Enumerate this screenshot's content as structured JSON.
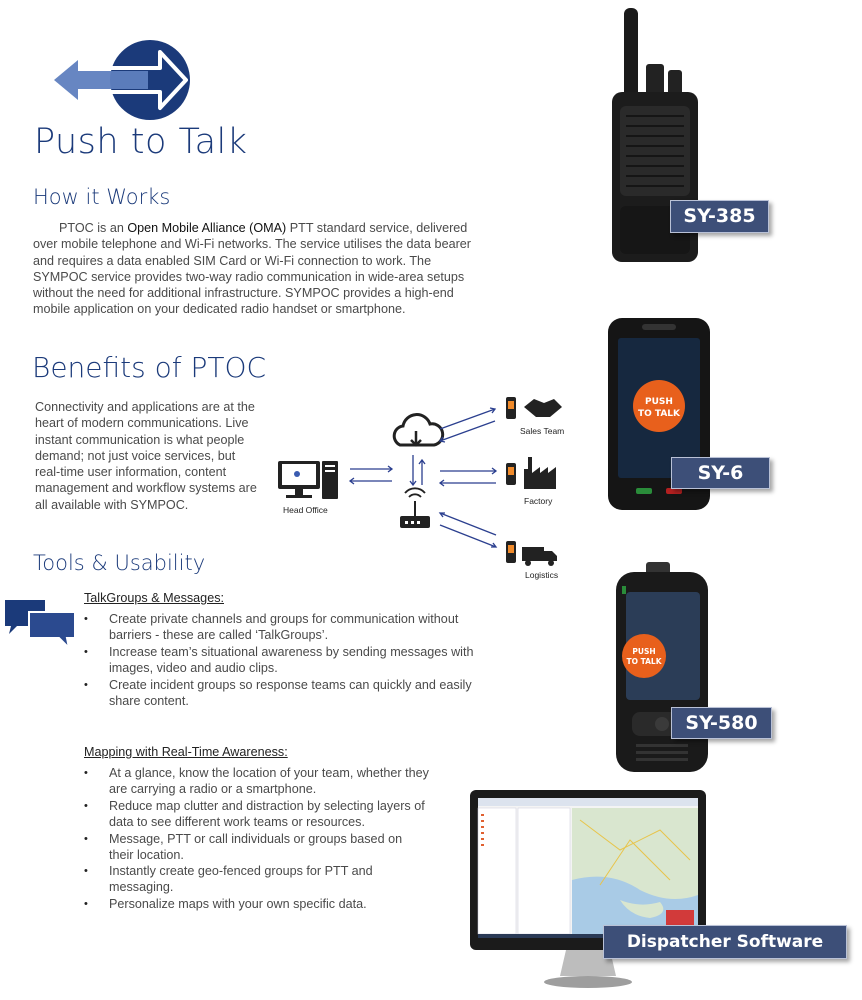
{
  "header": {
    "title": "Push to Talk"
  },
  "how": {
    "title": "How it Works",
    "body_pre": "PTOC is an ",
    "body_em": "Open Mobile Alliance (OMA)",
    "body_post": " PTT standard service, delivered over mobile telephone and Wi-Fi networks. The service utilises the data bearer and requires a data enabled SIM Card or Wi-Fi connection to work. The SYMPOC service provides two-way radio communication in wide-area setups without the need for additional infrastructure. SYMPOC provides a high-end mobile application on your dedicated radio handset or smartphone."
  },
  "benefits": {
    "title": "Benefits of PTOC",
    "body": "Connectivity and applications are at the heart of modern communications. Live instant communication is what people demand; not just voice services, but real-time user information, content management and workflow systems are all available with SYMPOC."
  },
  "diagram": {
    "head_office": "Head Office",
    "sales_team": "Sales Team",
    "factory": "Factory",
    "logistics": "Logistics"
  },
  "tools": {
    "title": "Tools & Usability",
    "talkgroups": {
      "heading": "TalkGroups & Messages:",
      "items": [
        "Create private channels and groups for communication without barriers - these are called ‘TalkGroups’.",
        "Increase team’s situational awareness by sending messages with images, video and audio clips.",
        "Create incident groups so response teams can quickly and easily share content."
      ]
    },
    "mapping": {
      "heading": "Mapping with Real-Time Awareness:",
      "items": [
        "At a glance, know the location of your team, whether they are carrying a radio or a smartphone.",
        "Reduce map clutter and distraction by selecting layers of data to see different work teams or resources.",
        "Message, PTT or call individuals or groups based on their location.",
        "Instantly create geo-fenced groups for PTT and messaging.",
        "Personalize maps with your own specific data."
      ]
    }
  },
  "products": {
    "sy385": "SY-385",
    "sy6": "SY-6",
    "sy580": "SY-580",
    "dispatcher": "Dispatcher Software",
    "ptt_button_line1": "PUSH",
    "ptt_button_line2": "TO TALK"
  },
  "colors": {
    "brand_navy": "#1b3a7a",
    "badge": "#3d4f78",
    "ptt_orange": "#e8601c"
  }
}
